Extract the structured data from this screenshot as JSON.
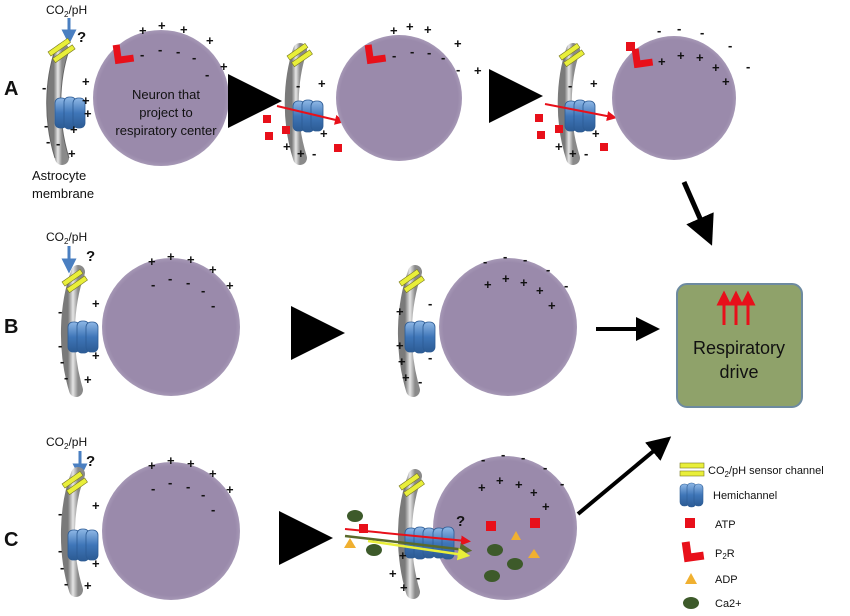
{
  "rows": [
    {
      "label": "A"
    },
    {
      "label": "B"
    },
    {
      "label": "C"
    }
  ],
  "stimulus": {
    "main": "CO",
    "sub": "2",
    "suffix": "/pH",
    "question": "?"
  },
  "neuron_label": [
    "Neuron that",
    "project to",
    "respiratory center"
  ],
  "astrocyte_label": [
    "Astrocyte",
    "membrane"
  ],
  "output_box": {
    "lines": [
      "Respiratory",
      "drive"
    ]
  },
  "legend": [
    {
      "icon": "sensor-channel-icon",
      "text_main": "CO",
      "text_sub": "2",
      "text_rest": "/pH sensor channel"
    },
    {
      "icon": "hemichannel-icon",
      "text_main": "Hemichannel",
      "text_sub": "",
      "text_rest": ""
    },
    {
      "icon": "atp-square-icon",
      "text_main": "ATP",
      "text_sub": "",
      "text_rest": ""
    },
    {
      "icon": "p2r-receptor-icon",
      "text_main": "P",
      "text_sub": "2",
      "text_rest": "R"
    },
    {
      "icon": "adp-triangle-icon",
      "text_main": "ADP",
      "text_sub": "",
      "text_rest": ""
    },
    {
      "icon": "ca2-ellipse-icon",
      "text_main": "Ca2+",
      "text_sub": "",
      "text_rest": ""
    }
  ],
  "signs": {
    "plus": "+",
    "minus": "-"
  },
  "colors": {
    "cell": "#9a8aab",
    "cell_edge": "#b9aec7",
    "drive_box": "#8fa26a",
    "drive_box_edge": "#6d8aa0",
    "atp": "#e8101a",
    "sensor": "#e9ef3a",
    "hemichannel": "#4f86c6",
    "adp": "#f0b030",
    "ca2": "#3d5a2a",
    "stimulus_arrow": "#4a7fc1"
  }
}
